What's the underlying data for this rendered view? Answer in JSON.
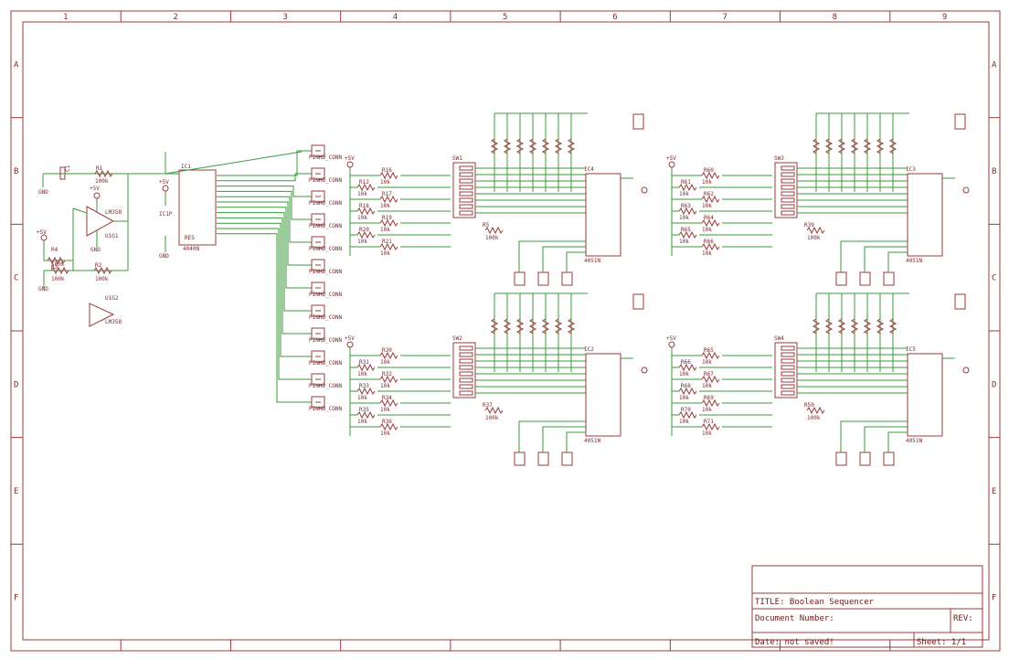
{
  "grid": {
    "cols": [
      "1",
      "2",
      "3",
      "4",
      "5",
      "6",
      "7",
      "8",
      "9"
    ],
    "rows": [
      "A",
      "B",
      "C",
      "D",
      "E",
      "F"
    ]
  },
  "titleblock": {
    "title": "TITLE:  Boolean Sequencer",
    "docnum": "Document Number:",
    "rev": "REV:",
    "date": "Date: not saved!",
    "sheet": "Sheet: 1/1"
  },
  "parts": {
    "ic1": "IC1",
    "ic1_part": "4040N",
    "ic1_pin": "RES",
    "opamp1": "LM358",
    "opamp1_ref": "U1G1",
    "opamp2": "LM358",
    "opamp2_ref": "U1G2",
    "r1": "R1",
    "r1v": "100k",
    "r2": "R2",
    "r2v": "100k",
    "r3": "R3",
    "r3v": "100k",
    "r4": "R4",
    "r4v": "100k",
    "c1": "C1",
    "plus5": "+5V",
    "gnd": "GND",
    "icp": "IC1P",
    "ic4": "IC4",
    "ic4_part": "4051N",
    "ic3": "IC3",
    "ic3_part": "4051N",
    "ic2": "IC2",
    "ic2_part": "4051N",
    "ic5": "IC5",
    "ic5_part": "4051N",
    "sw1": "SW1",
    "sw2": "SW2",
    "sw3": "SW3",
    "sw4": "SW4",
    "ten_k": "10k",
    "hundred_k": "100k",
    "conn": "PINHD_CONN"
  },
  "resistors": {
    "q1": [
      "R16",
      "R12",
      "R17",
      "R18",
      "R19",
      "R20",
      "R21",
      "R5"
    ],
    "q2": [
      "R30",
      "R31",
      "R32",
      "R33",
      "R34",
      "R35",
      "R36",
      "R37"
    ],
    "q3": [
      "R60",
      "R61",
      "R62",
      "R63",
      "R64",
      "R65",
      "R66",
      "R39"
    ],
    "q4": [
      "R65",
      "R66",
      "R67",
      "R68",
      "R69",
      "R70",
      "R71",
      "R50"
    ]
  }
}
